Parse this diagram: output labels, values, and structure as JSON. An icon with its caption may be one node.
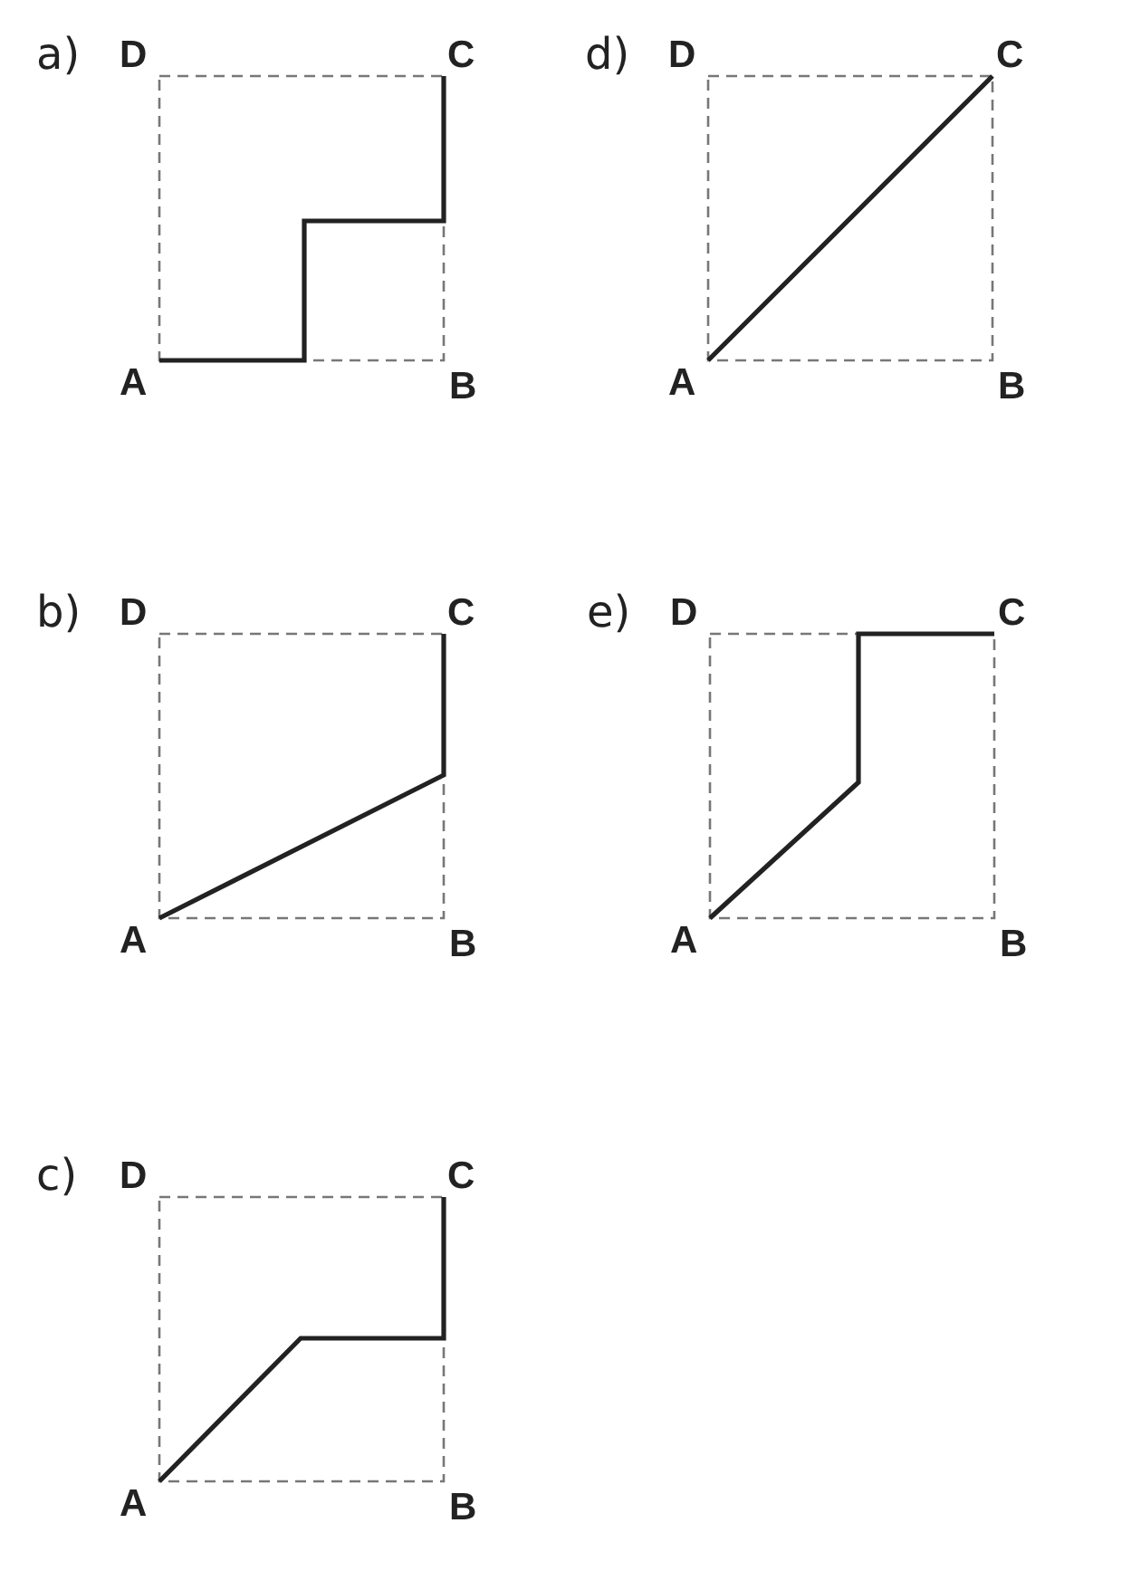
{
  "diagram": {
    "labels": [
      "a)",
      "D",
      "C",
      "A",
      "B",
      "d)",
      "D",
      "C",
      "A",
      "B",
      "b)",
      "D",
      "C",
      "A",
      "B",
      "e)",
      "D",
      "C",
      "A",
      "B",
      "c)",
      "D",
      "C",
      "A",
      "B"
    ]
  }
}
